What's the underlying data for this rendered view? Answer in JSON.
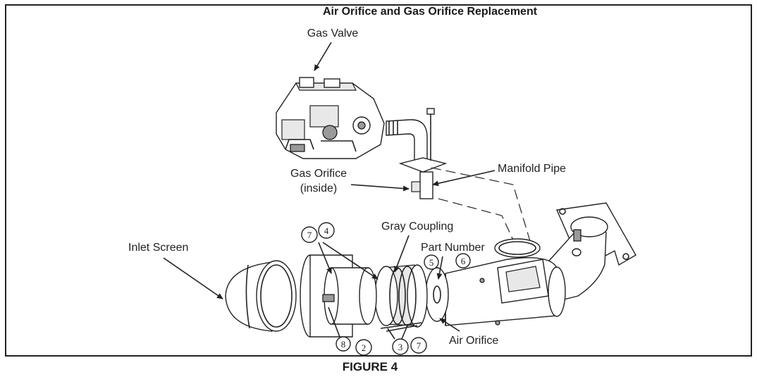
{
  "title": "Air Orifice and Gas Orifice Replacement",
  "caption": "FIGURE 4",
  "labels": {
    "gas_valve": "Gas Valve",
    "gas_orifice_line1": "Gas Orifice",
    "gas_orifice_line2": "(inside)",
    "manifold_pipe": "Manifold Pipe",
    "inlet_screen": "Inlet Screen",
    "gray_coupling": "Gray Coupling",
    "part_number": "Part Number",
    "air_orifice": "Air Orifice"
  },
  "callouts": {
    "c7a": "7",
    "c4": "4",
    "c5": "5",
    "c6": "6",
    "c8": "8",
    "c2": "2",
    "c3": "3",
    "c7b": "7"
  }
}
